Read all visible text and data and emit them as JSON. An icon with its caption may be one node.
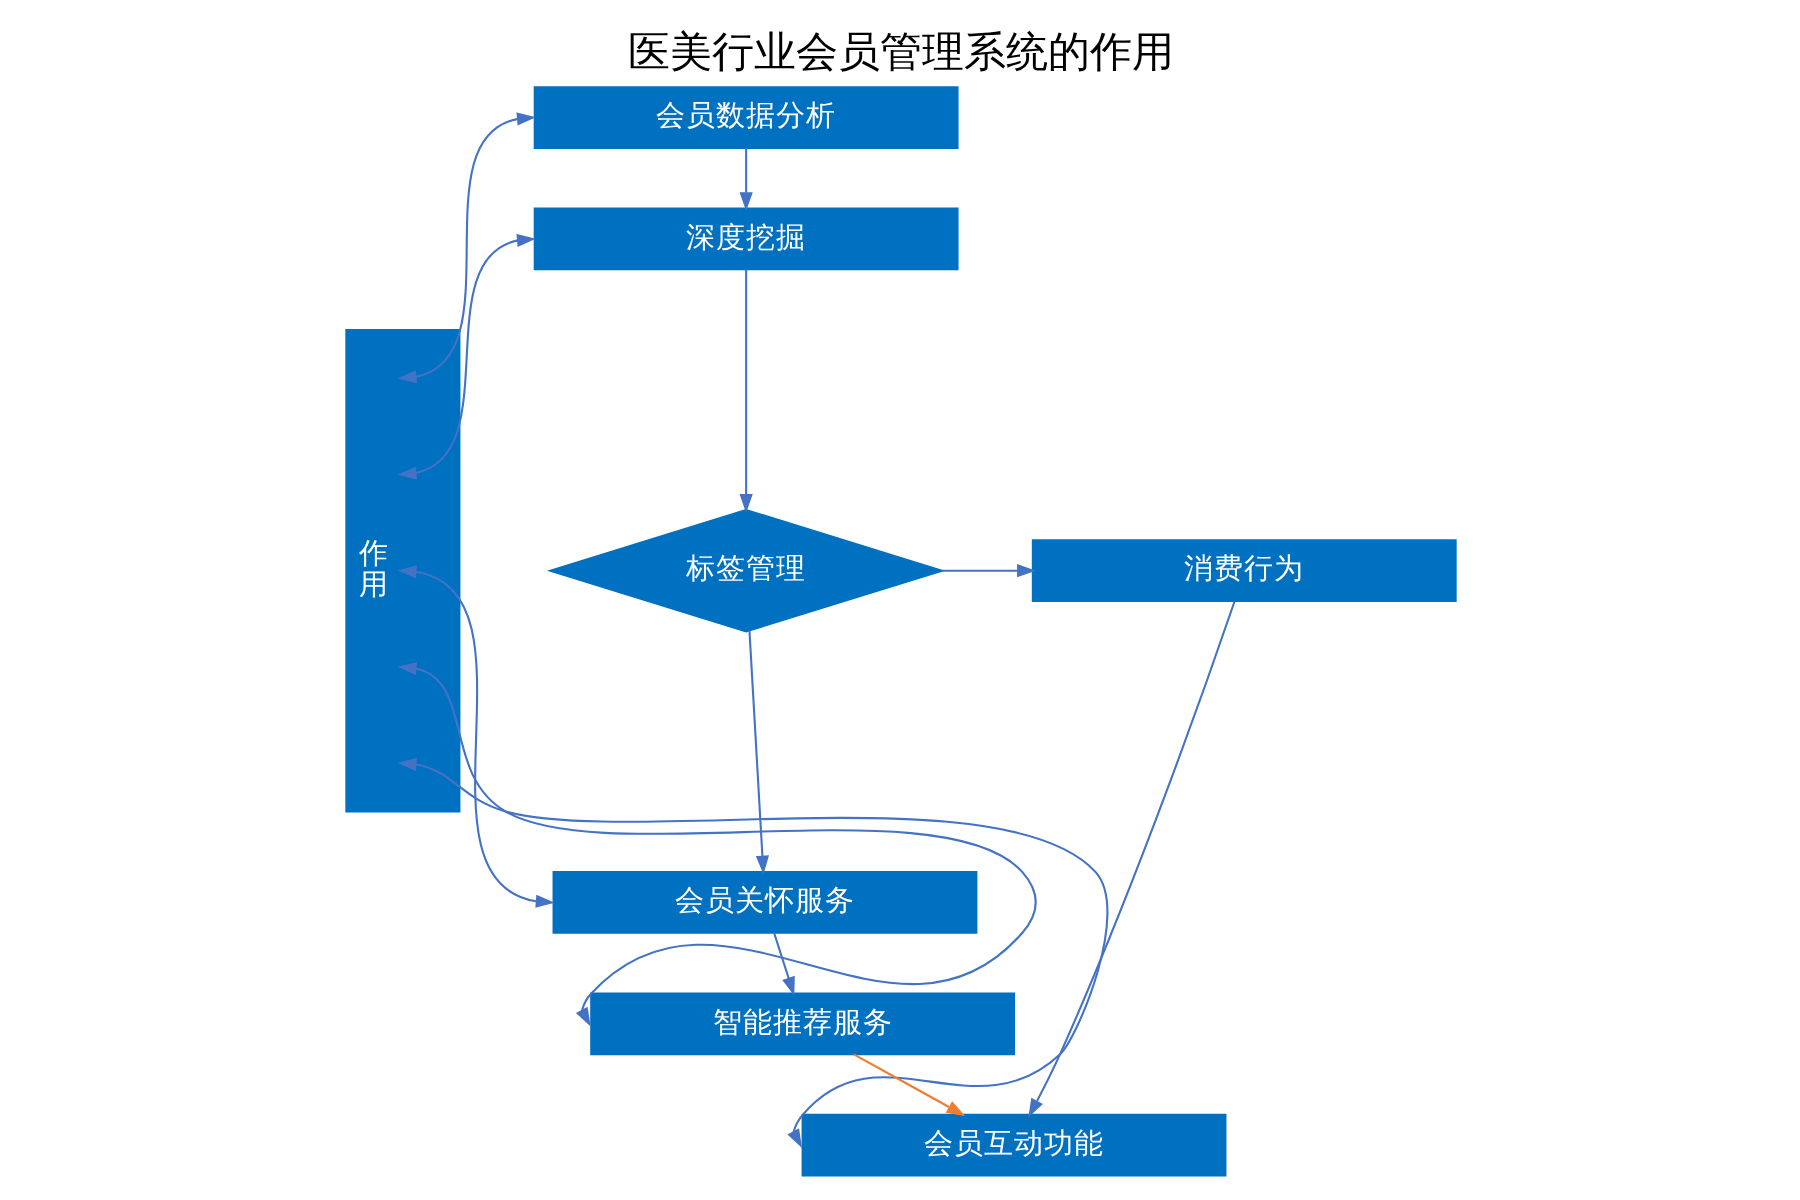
{
  "diagram": {
    "title": "医美行业会员管理系统的作用",
    "nodes": [
      {
        "text": [
          "作用"
        ]
      },
      {
        "text": [
          "会员数据分析"
        ]
      },
      {
        "text": [
          "深度挖掘"
        ]
      },
      {
        "text": [
          "标签管理"
        ]
      },
      {
        "text": [
          "消费行为"
        ]
      },
      {
        "text": [
          "会员关怀服务"
        ]
      },
      {
        "text": [
          "智能推荐服务"
        ]
      },
      {
        "text": [
          "会员互动功能"
        ]
      }
    ],
    "edges": [
      {
        "from": 0,
        "to": 1,
        "arrow": "both"
      },
      {
        "from": 0,
        "to": 2,
        "arrow": "both"
      },
      {
        "from": 0,
        "to": 5,
        "arrow": "both"
      },
      {
        "from": 0,
        "to": 6,
        "arrow": "both"
      },
      {
        "from": 0,
        "to": 7,
        "arrow": "both"
      },
      {
        "from": 1,
        "to": 2,
        "arrow": "to"
      },
      {
        "from": 2,
        "to": 3,
        "arrow": "to"
      },
      {
        "from": 3,
        "to": 4,
        "arrow": "to"
      },
      {
        "from": 3,
        "to": 5,
        "arrow": "to"
      },
      {
        "from": 5,
        "to": 6,
        "arrow": "to"
      },
      {
        "from": 6,
        "to": 7,
        "arrow": "to",
        "color": "#ed7d31"
      },
      {
        "from": 4,
        "to": 7,
        "arrow": "to"
      }
    ]
  }
}
